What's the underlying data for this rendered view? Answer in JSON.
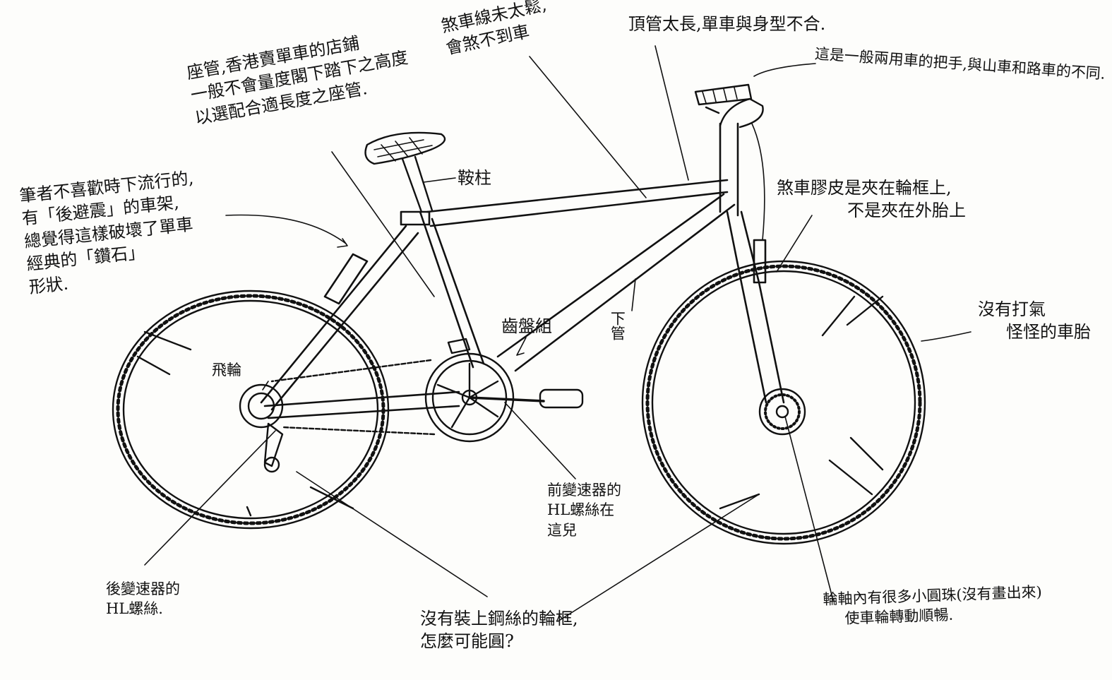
{
  "annotations": {
    "seatpost": {
      "lines": [
        "座管,香港賣單車的店鋪",
        "一般不會量度閣下踏下之高度",
        "以選配合適長度之座管."
      ]
    },
    "cable": {
      "lines": [
        "煞車線未太鬆,",
        "會煞不到車"
      ]
    },
    "toptube": {
      "lines": [
        "頂管太長,單車與身型不合."
      ]
    },
    "handlebar": {
      "lines": [
        "這是一般兩用車的把手,與山車和路車的不同."
      ]
    },
    "saddle": {
      "lines": [
        "鞍柱"
      ]
    },
    "suspension": {
      "lines": [
        "筆者不喜歡時下流行的,",
        "有「後避震」的車架,",
        "總覺得這樣破壞了單車",
        "經典的「鑽石」",
        "形狀."
      ]
    },
    "brake": {
      "lines": [
        "煞車膠皮是夾在輪框上,",
        "不是夾在外胎上"
      ]
    },
    "tire": {
      "lines": [
        "沒有打氣",
        "怪怪的車胎"
      ]
    },
    "chainring": {
      "lines": [
        "齒盤組"
      ]
    },
    "downtube": {
      "lines": [
        "下管"
      ]
    },
    "cog": {
      "lines": [
        "飛輪"
      ]
    },
    "front_derailleur": {
      "lines": [
        "前變速器的",
        "HL螺絲在",
        "這兒"
      ]
    },
    "rear_derailleur": {
      "lines": [
        "後變速器的",
        "HL螺絲."
      ]
    },
    "spokes": {
      "lines": [
        "沒有裝上鋼絲的輪框,",
        "怎麼可能圓?"
      ]
    },
    "hub": {
      "lines": [
        "輪軸內有很多小圓珠(沒有畫出來)",
        "使車輪轉動順暢."
      ]
    }
  },
  "colors": {
    "ink": "#111111",
    "paper": "#fdfdfb"
  }
}
